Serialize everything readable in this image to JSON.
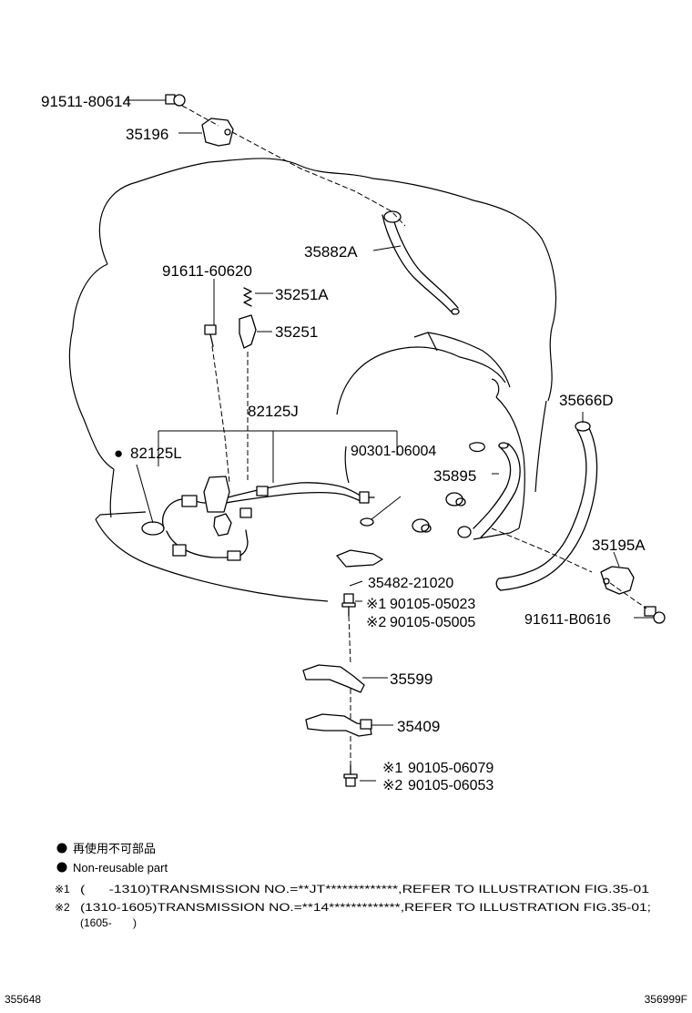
{
  "parts": {
    "p91511_80614": "91511-80614",
    "p35196": "35196",
    "p35882A": "35882A",
    "p91611_60620": "91611-60620",
    "p35251A": "35251A",
    "p35251": "35251",
    "p35666D": "35666D",
    "p82125J": "82125J",
    "p82125L": "82125L",
    "p90301_06004": "90301-06004",
    "p35895": "35895",
    "p35195A": "35195A",
    "p35482_21020": "35482-21020",
    "p90105_05023": "90105-05023",
    "p90105_05005": "90105-05005",
    "p91611_B0616": "91611-B0616",
    "p35599": "35599",
    "p35409": "35409",
    "p90105_06079": "90105-06079",
    "p90105_06053": "90105-06053"
  },
  "marks": {
    "note1": "※1",
    "note2": "※2",
    "bullet": "●"
  },
  "legend": {
    "jp": "再使用不可部品",
    "en": "Non-reusable part"
  },
  "notes": {
    "n1_mark": "※1",
    "n1_text": "(      -1310)TRANSMISSION NO.=**JT*************,REFER TO ILLUSTRATION FIG.35-01",
    "n2_mark": "※2",
    "n2_text": "(1310-1605)TRANSMISSION NO.=**14*************,REFER TO ILLUSTRATION FIG.35-01;",
    "n2_cont": "(1605-       )"
  },
  "footer": {
    "left": "355648",
    "right": "356999F"
  }
}
